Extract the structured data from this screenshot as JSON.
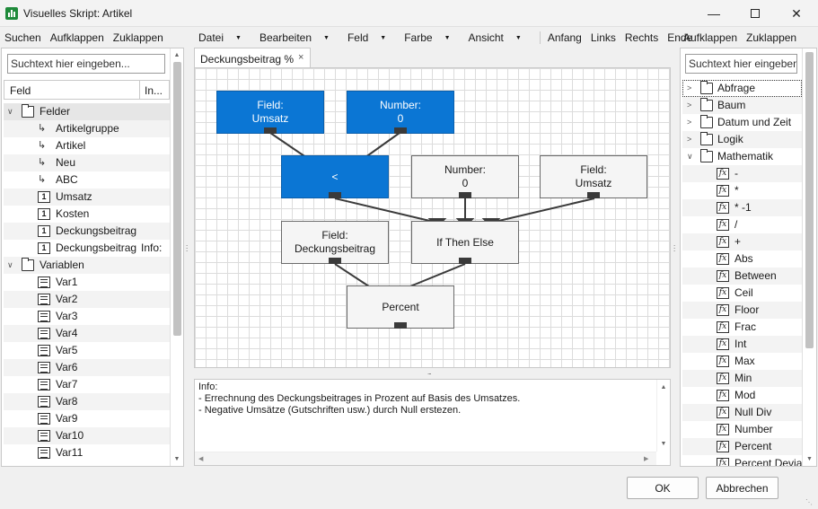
{
  "window": {
    "title": "Visuelles Skript: Artikel"
  },
  "left_toolbar": {
    "search": "Suchen",
    "expand": "Aufklappen",
    "collapse": "Zuklappen"
  },
  "left_panel": {
    "search_placeholder": "Suchtext hier eingeben...",
    "col_field": "Feld",
    "col_info": "In...",
    "items": [
      {
        "label": "Felder",
        "icon": "folder-icon"
      },
      {
        "label": "Artikelgruppe",
        "icon": "field-link-icon"
      },
      {
        "label": "Artikel",
        "icon": "field-link-icon"
      },
      {
        "label": "Neu",
        "icon": "field-link-icon"
      },
      {
        "label": "ABC",
        "icon": "field-link-icon"
      },
      {
        "label": "Umsatz",
        "icon": "number-field-icon"
      },
      {
        "label": "Kosten",
        "icon": "number-field-icon"
      },
      {
        "label": "Deckungsbeitrag",
        "icon": "number-field-icon"
      },
      {
        "label": "Deckungsbeitrag",
        "info": "Info:",
        "icon": "number-field-icon"
      },
      {
        "label": "Variablen",
        "icon": "folder-icon"
      },
      {
        "label": "Var1"
      },
      {
        "label": "Var2"
      },
      {
        "label": "Var3"
      },
      {
        "label": "Var4"
      },
      {
        "label": "Var5"
      },
      {
        "label": "Var6"
      },
      {
        "label": "Var7"
      },
      {
        "label": "Var8"
      },
      {
        "label": "Var9"
      },
      {
        "label": "Var10"
      },
      {
        "label": "Var11"
      }
    ],
    "number_icon_glyph": "1"
  },
  "menu": {
    "file": "Datei",
    "edit": "Bearbeiten",
    "field": "Feld",
    "color": "Farbe",
    "view": "Ansicht",
    "start": "Anfang",
    "left": "Links",
    "right": "Rechts",
    "end": "Ende"
  },
  "tab": {
    "label": "Deckungsbeitrag %",
    "close": "×"
  },
  "nodes": {
    "n1": {
      "line1": "Field:",
      "line2": "Umsatz"
    },
    "n2": {
      "line1": "Number:",
      "line2": "0"
    },
    "n3": {
      "line1": "<",
      "line2": ""
    },
    "n4": {
      "line1": "Number:",
      "line2": "0"
    },
    "n5": {
      "line1": "Field:",
      "line2": "Umsatz"
    },
    "n6": {
      "line1": "Field:",
      "line2": "Deckungsbeitrag"
    },
    "n7": {
      "line1": "If Then Else",
      "line2": ""
    },
    "n8": {
      "line1": "Percent",
      "line2": ""
    }
  },
  "info": {
    "line1": "Info:",
    "line2": "- Errechnung des Deckungsbeitrages in Prozent auf Basis des Umsatzes.",
    "line3": "- Negative Umsätze (Gutschriften usw.) durch Null erstezen."
  },
  "right_toolbar": {
    "expand": "Aufklappen",
    "collapse": "Zuklappen"
  },
  "right_panel": {
    "search_placeholder": "Suchtext hier eingeben",
    "items": [
      {
        "label": "Abfrage",
        "folder": true
      },
      {
        "label": "Baum",
        "folder": true
      },
      {
        "label": "Datum und Zeit",
        "folder": true
      },
      {
        "label": "Logik",
        "folder": true
      },
      {
        "label": "Mathematik",
        "folder": true
      },
      {
        "label": "-"
      },
      {
        "label": "*"
      },
      {
        "label": "* -1"
      },
      {
        "label": "/"
      },
      {
        "label": "+"
      },
      {
        "label": "Abs"
      },
      {
        "label": "Between"
      },
      {
        "label": "Ceil"
      },
      {
        "label": "Floor"
      },
      {
        "label": "Frac"
      },
      {
        "label": "Int"
      },
      {
        "label": "Max"
      },
      {
        "label": "Min"
      },
      {
        "label": "Mod"
      },
      {
        "label": "Null Div"
      },
      {
        "label": "Number"
      },
      {
        "label": "Percent"
      },
      {
        "label": "Percent Deviat"
      }
    ],
    "fx_glyph": "fx"
  },
  "buttons": {
    "ok": "OK",
    "cancel": "Abbrechen"
  },
  "colors": {
    "node_blue": "#0b76d4",
    "accent_green": "#1e8a3a"
  }
}
